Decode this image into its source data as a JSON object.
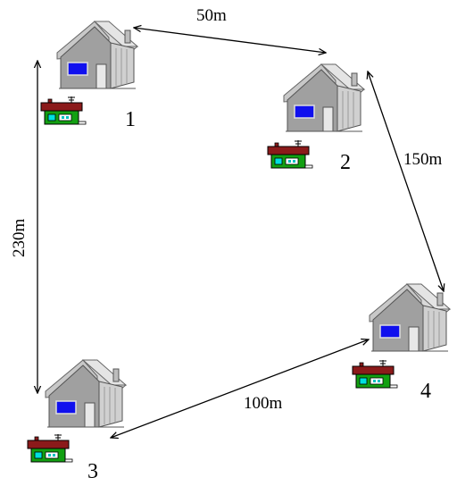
{
  "distances": {
    "d12": "50m",
    "d24": "150m",
    "d13": "230m",
    "d34": "100m"
  },
  "houses": [
    {
      "id": "house-1",
      "label": "1"
    },
    {
      "id": "house-2",
      "label": "2"
    },
    {
      "id": "house-3",
      "label": "3"
    },
    {
      "id": "house-4",
      "label": "4"
    }
  ],
  "colors": {
    "house_body": "#999999",
    "roof": "#cccccc",
    "window": "#1010ee",
    "small_roof": "#8b1a1a",
    "small_body": "#12a012",
    "small_window": "#00e0e0"
  }
}
